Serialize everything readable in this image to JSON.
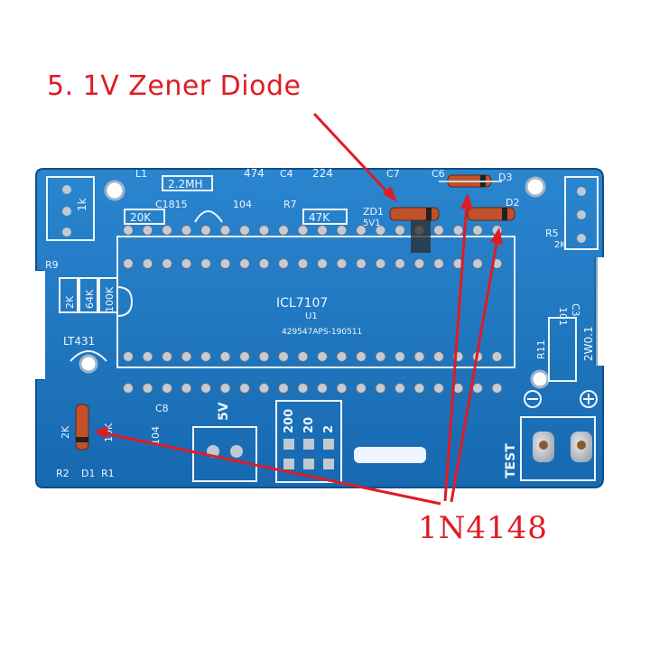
{
  "annotations": {
    "zener_label": "5. 1V Zener Diode",
    "diode_label": "1N4148"
  },
  "board": {
    "silkscreen": {
      "l1": "L1",
      "inductor": "2.2MH",
      "cap474": "474",
      "c4": "C4",
      "cap224": "224",
      "c7": "C7",
      "c6": "C6",
      "d3": "D3",
      "d2": "D2",
      "r_1k": "1k",
      "c1815": "C1815",
      "r_20k": "20K",
      "cap104": "104",
      "r7": "R7",
      "r_47k": "47K",
      "zd": "ZD1",
      "zd_value": "5V1",
      "r5": "R5",
      "r5_val": "2K",
      "r9": "R9",
      "r_2k_left": "2K",
      "r_64k": "64K",
      "r_100k": "100K",
      "lt431": "LT431",
      "ic_name": "ICL7107",
      "ic_ref": "U1",
      "ic_code": "429547APS-190511",
      "cap101": "101",
      "c3": "C3",
      "r11": "R11",
      "r11_val": "2W0.1",
      "c8": "C8",
      "c8_val": "104",
      "supply": "5V",
      "range_200": "200",
      "range_20": "20",
      "range_2": "2",
      "test": "TEST",
      "r2": "R2",
      "d1": "D1",
      "r1": "R1",
      "r2_val": "2K",
      "r1_val": "10K"
    }
  },
  "colors": {
    "annotation": "#e01b24",
    "pcb": "#1e78c0",
    "silkscreen": "#eef5ff",
    "diode_body": "#c2502a"
  }
}
